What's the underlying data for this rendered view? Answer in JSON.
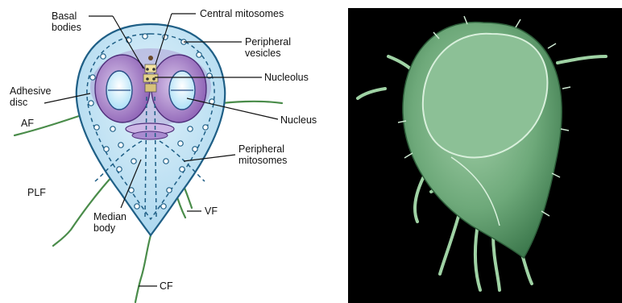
{
  "diagram": {
    "labels": {
      "basal_bodies": [
        "Basal",
        "bodies"
      ],
      "central_mitosomes": "Central mitosomes",
      "peripheral_vesicles": [
        "Peripheral",
        "vesicles"
      ],
      "nucleolus": "Nucleolus",
      "adhesive_disc": [
        "Adhesive",
        "disc"
      ],
      "af": "AF",
      "nucleus": "Nucleus",
      "peripheral_mitosomes": [
        "Peripheral",
        "mitosomes"
      ],
      "plf": "PLF",
      "vf": "VF",
      "median_body": [
        "Median",
        "body"
      ],
      "cf": "CF"
    },
    "colors": {
      "cell_fill": "#bfe3f3",
      "cell_outline": "#1f5f86",
      "nucleus_fill": "#8e64b6",
      "nucleus_light": "#d9c7ea",
      "flagella": "#4a8c4a",
      "photo_cell": "#79b183",
      "photo_background": "#000000"
    }
  },
  "photo": {
    "subject": "giardia-sem-micrograph"
  }
}
